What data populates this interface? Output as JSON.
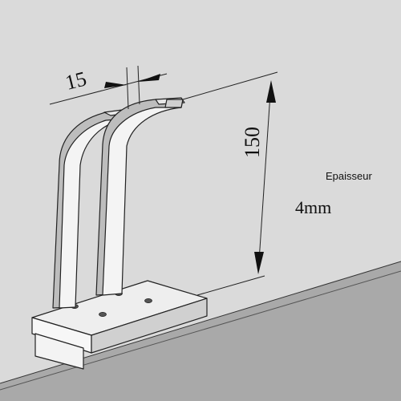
{
  "dimensions": {
    "width_label": "15",
    "height_label": "150"
  },
  "thickness": {
    "label": "Epaisseur",
    "value": "4mm"
  },
  "colors": {
    "background": "#dadada",
    "wall_dark": "#a8a8a8",
    "metal_light": "#f2f2f2",
    "metal_shade": "#b9b9b9",
    "outline": "#222222"
  }
}
